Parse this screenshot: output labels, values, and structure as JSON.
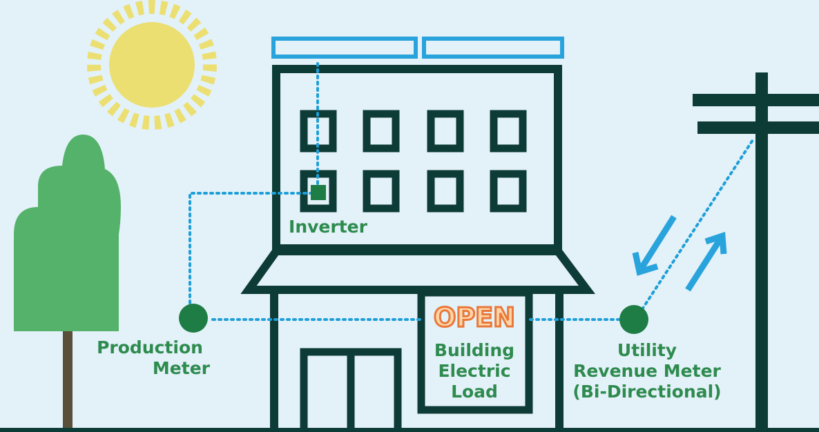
{
  "labels": {
    "inverter": "Inverter",
    "production_meter": [
      "Production",
      "Meter"
    ],
    "open_sign": "OPEN",
    "building_load": [
      "Building",
      "Electric",
      "Load"
    ],
    "utility_meter": [
      "Utility",
      "Revenue Meter",
      "(Bi-Directional)"
    ]
  },
  "colors": {
    "background": "#e3f1f9",
    "building": "#0d3b35",
    "solar_panel": "#29a3dc",
    "sun": "#ecdf72",
    "tree_foliage": "#55b26a",
    "tree_trunk": "#5a5039",
    "meter": "#1d7d45",
    "wire": "#1e9fd8",
    "label_text": "#2e8b4e",
    "open_text": "#e9783a"
  },
  "icons": {
    "sun": "sun-icon",
    "tree": "tree-icon",
    "utility_pole": "utility-pole-icon",
    "solar_panels": "solar-panel-icon",
    "power_flow": "bidirectional-arrows-icon"
  }
}
